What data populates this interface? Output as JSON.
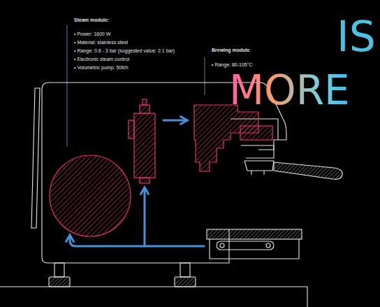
{
  "diagram": {
    "labels": [
      "Steam module:",
      "• Power: 1600 W",
      "• Material: stainless steel",
      "• Range: 0.8 - 3 bar (suggested value: 2.1 bar)",
      "• Electronic steam control",
      "• Volumetric pump: 50lt/h",
      "Brewing module",
      "• Range: 80-105°C",
      "IS",
      "MORE"
    ]
  }
}
